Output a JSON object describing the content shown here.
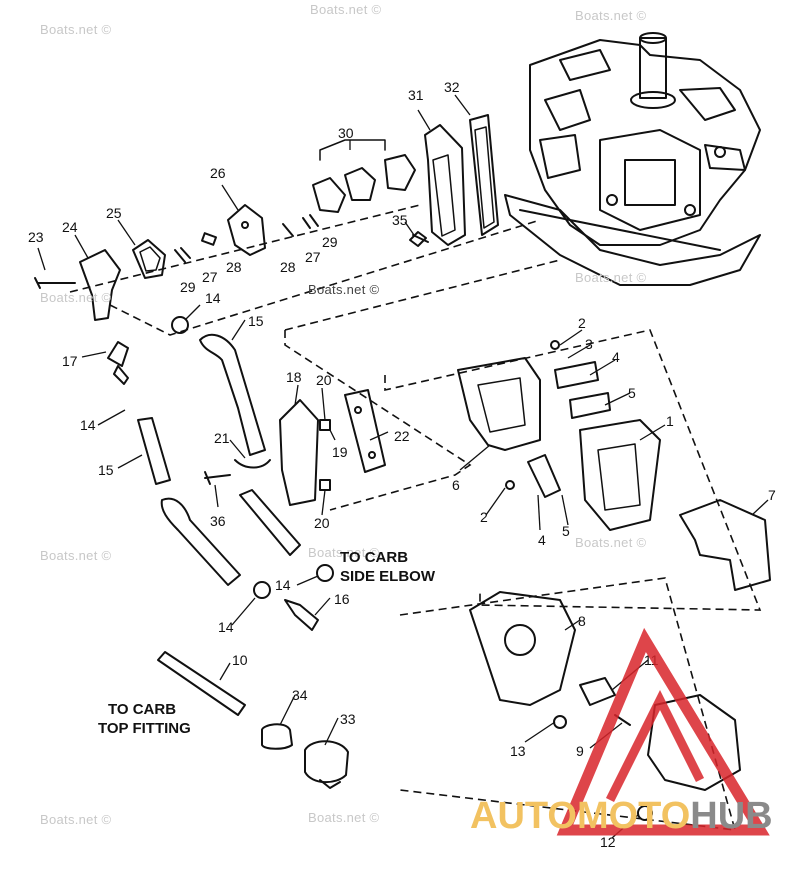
{
  "watermark_text": "Boats.net ©",
  "callouts": {
    "carb_side_elbow_line1": "TO CARB",
    "carb_side_elbow_line2": "SIDE ELBOW",
    "carb_top_fitting_line1": "TO CARB",
    "carb_top_fitting_line2": "TOP FITTING"
  },
  "part_numbers": [
    "1",
    "2",
    "3",
    "4",
    "5",
    "6",
    "7",
    "8",
    "9",
    "10",
    "11",
    "12",
    "13",
    "14",
    "15",
    "16",
    "17",
    "18",
    "19",
    "20",
    "21",
    "22",
    "23",
    "24",
    "25",
    "26",
    "27",
    "28",
    "29",
    "30",
    "31",
    "32",
    "33",
    "34",
    "35",
    "36"
  ],
  "logo": {
    "part1": "AUTO",
    "part2": "MOTO",
    "part3": "HUB",
    "triangle_color": "#d9252b",
    "accent_color": "#f2c261",
    "gray_color": "#8a8a8a"
  }
}
